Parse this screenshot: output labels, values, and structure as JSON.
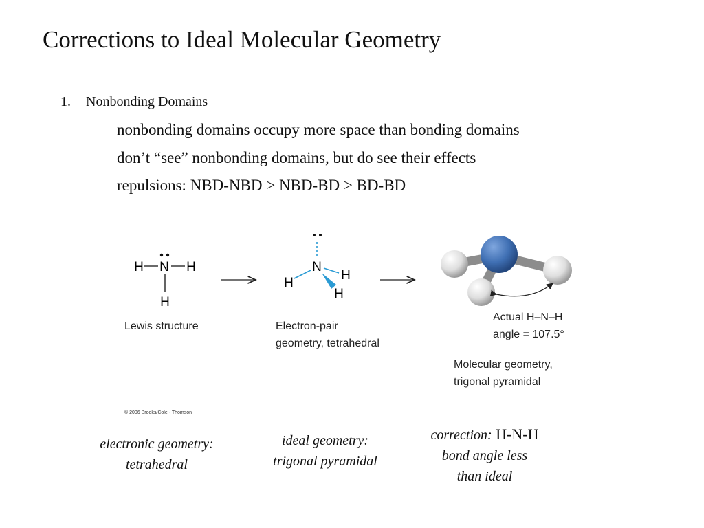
{
  "slide": {
    "title": "Corrections to Ideal Molecular Geometry",
    "list": {
      "number": "1.",
      "heading": "Nonbonding Domains",
      "points": [
        "nonbonding domains occupy more space than bonding domains",
        "don’t “see” nonbonding domains, but do see their effects",
        "repulsions:   NBD-NBD > NBD-BD > BD-BD"
      ]
    }
  },
  "figure": {
    "lewis": {
      "center": "N",
      "left": "H",
      "right": "H",
      "bottom": "H",
      "caption": "Lewis structure"
    },
    "tetrahedral": {
      "center": "N",
      "left": "H",
      "right": "H",
      "bottom_right": "H",
      "caption_line1": "Electron-pair",
      "caption_line2": "geometry, tetrahedral"
    },
    "pyramidal": {
      "angle_line1": "Actual H–N–H",
      "angle_line2": "angle = 107.5°",
      "caption_line1": "Molecular geometry,",
      "caption_line2": "trigonal pyramidal"
    },
    "credit": "© 2006 Brooks/Cole - Thomson",
    "colors": {
      "nitrogen": "#3f6fb3",
      "hydrogen": "#e6e6e6",
      "bond": "#8c8c8c",
      "dashed_bond": "#2b9bd4",
      "wedge": "#2b9bd4"
    }
  },
  "notes": [
    {
      "line1": "electronic geometry:",
      "line2": "tetrahedral"
    },
    {
      "line1": "ideal geometry:",
      "line2": "trigonal pyramidal"
    },
    {
      "line1_italic": "correction:",
      "line1_plain": " H-N-H",
      "line2": "bond  angle less",
      "line3": "than ideal"
    }
  ]
}
